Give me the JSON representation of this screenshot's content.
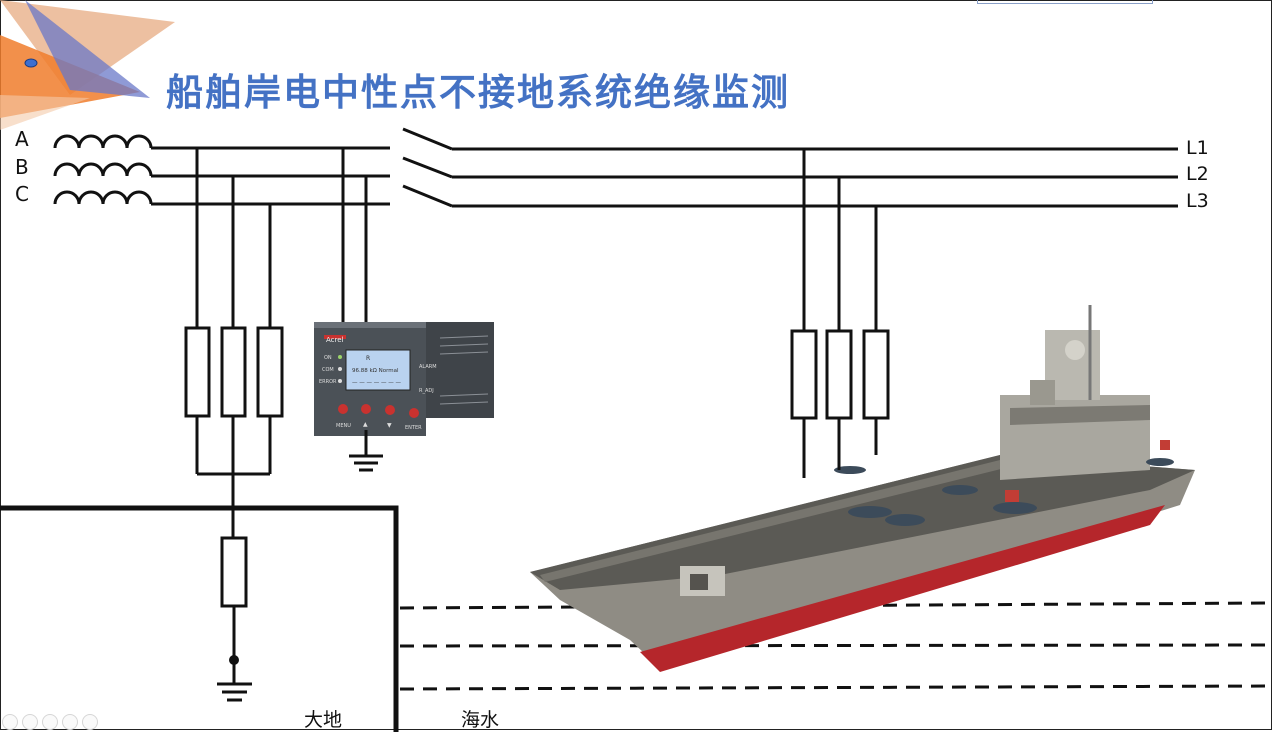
{
  "title": "船舶岸电中性点不接地系统绝缘监测",
  "phases": [
    "A",
    "B",
    "C"
  ],
  "lines": [
    "L1",
    "L2",
    "L3"
  ],
  "ground_label": "大地",
  "sea_label": "海水",
  "device": {
    "brand": "Acrel",
    "indicators": [
      "ON",
      "COM",
      "ERROR"
    ],
    "right_indicators": [
      "ALARM",
      "R_ADJ"
    ],
    "buttons": [
      "MENU",
      "▲",
      "▼",
      "ENTER"
    ],
    "screen_lines": [
      "R",
      "96.88 kΩ  Normal",
      "— — — — — — —"
    ]
  },
  "colors": {
    "title": "#4472c4",
    "accent_orange": "#f07d2b",
    "accent_blue": "#6a78c8",
    "device_body": "#4b5157",
    "device_screen": "#b9d2ef",
    "hull_red": "#b5262b",
    "hull_gray": "#8f8c84",
    "deck": "#5b5a55"
  }
}
